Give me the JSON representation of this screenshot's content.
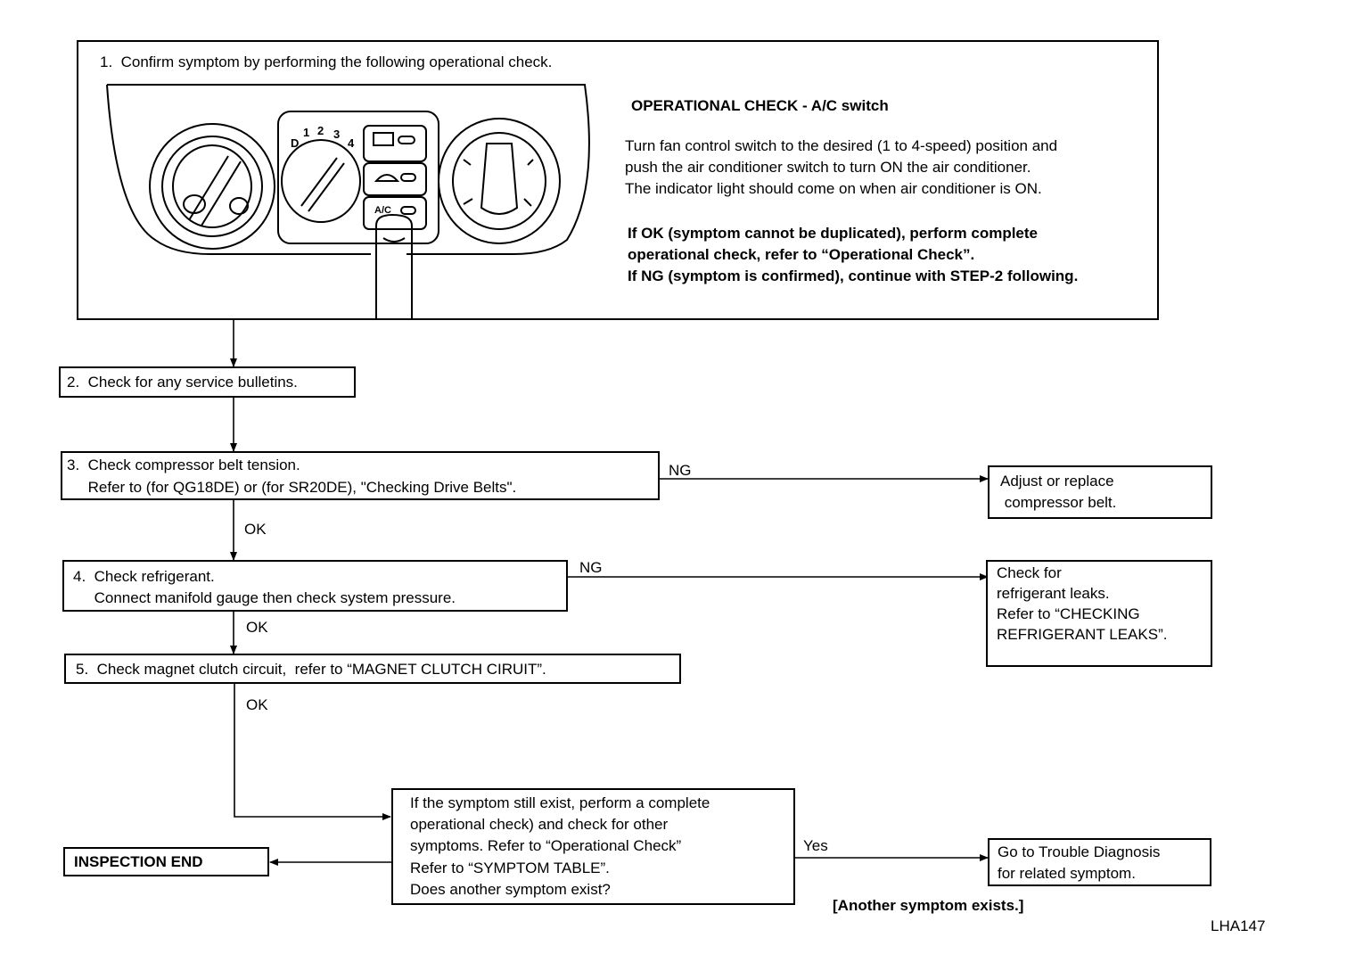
{
  "step1": {
    "title": "1.  Confirm symptom by performing the following operational check.",
    "heading": "OPERATIONAL CHECK - A/C switch",
    "body": [
      "Turn fan control switch to the desired (1 to 4-speed) position and",
      "push the air conditioner switch to turn ON the air conditioner.",
      "The indicator light should come on when air conditioner is ON."
    ],
    "result": [
      "If OK (symptom cannot be duplicated), perform complete",
      "operational check, refer to “Operational Check”.",
      "If NG (symptom is confirmed), continue with STEP-2 following."
    ],
    "panel_labels": {
      "d": "D",
      "s1": "1",
      "s2": "2",
      "s3": "3",
      "s4": "4",
      "ac": "A/C"
    }
  },
  "step2": {
    "text": "2.  Check for any service bulletins."
  },
  "step3": {
    "line1": "3.  Check compressor belt tension.",
    "line2": "     Refer to (for QG18DE) or (for SR20DE), \"Checking Drive Belts\"."
  },
  "step3_ng": {
    "label": "NG",
    "lines": [
      "Adjust or replace",
      " compressor belt."
    ]
  },
  "ok1": "OK",
  "step4": {
    "line1": "4.  Check refrigerant.",
    "line2": "     Connect manifold gauge then check system pressure."
  },
  "step4_ng": {
    "label": "NG",
    "lines": [
      "Check for",
      "refrigerant leaks.",
      "Refer to “CHECKING",
      "REFRIGERANT LEAKS”."
    ]
  },
  "ok2": "OK",
  "step5": {
    "text": "5.  Check magnet clutch circuit,  refer to “MAGNET CLUTCH CIRUIT”."
  },
  "ok3": "OK",
  "final": {
    "lines": [
      "If the symptom still exist, perform a complete",
      "operational check) and check for other",
      "symptoms. Refer to “Operational Check”",
      "Refer to “SYMPTOM TABLE”.",
      "Does another symptom exist?"
    ]
  },
  "inspection_end": "INSPECTION END",
  "yes_label": "Yes",
  "trouble": {
    "lines": [
      "Go to Trouble Diagnosis",
      "for related symptom."
    ]
  },
  "another": "[Another symptom exists.]",
  "code": "LHA147"
}
